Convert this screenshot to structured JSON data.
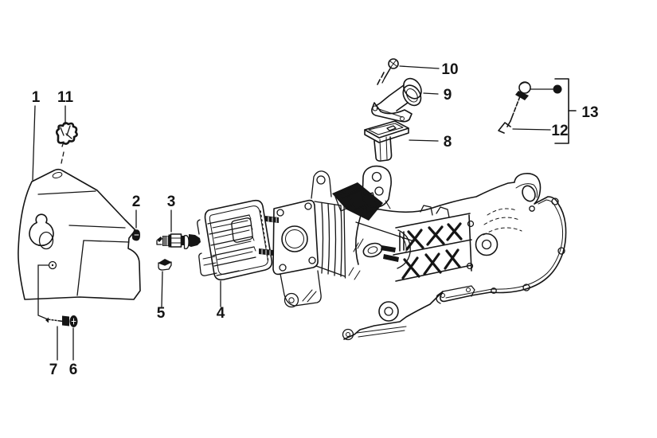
{
  "diagram": {
    "background_color": "#ffffff",
    "line_color": "#151515",
    "callouts": [
      {
        "label": "1",
        "part": "cylinder-head-cover"
      },
      {
        "label": "2",
        "part": "grommet"
      },
      {
        "label": "3",
        "part": "spark-plug"
      },
      {
        "label": "4",
        "part": "cylinder-head"
      },
      {
        "label": "5",
        "part": "square-nut"
      },
      {
        "label": "6",
        "part": "washer"
      },
      {
        "label": "7",
        "part": "screw"
      },
      {
        "label": "8",
        "part": "reed-valve-unit"
      },
      {
        "label": "9",
        "part": "intake-manifold"
      },
      {
        "label": "10",
        "part": "manifold-screw"
      },
      {
        "label": "11",
        "part": "retaining-clip"
      },
      {
        "label": "12",
        "part": "wire-clip"
      },
      {
        "label": "13",
        "part": "screw-with-cap-kit"
      }
    ]
  }
}
